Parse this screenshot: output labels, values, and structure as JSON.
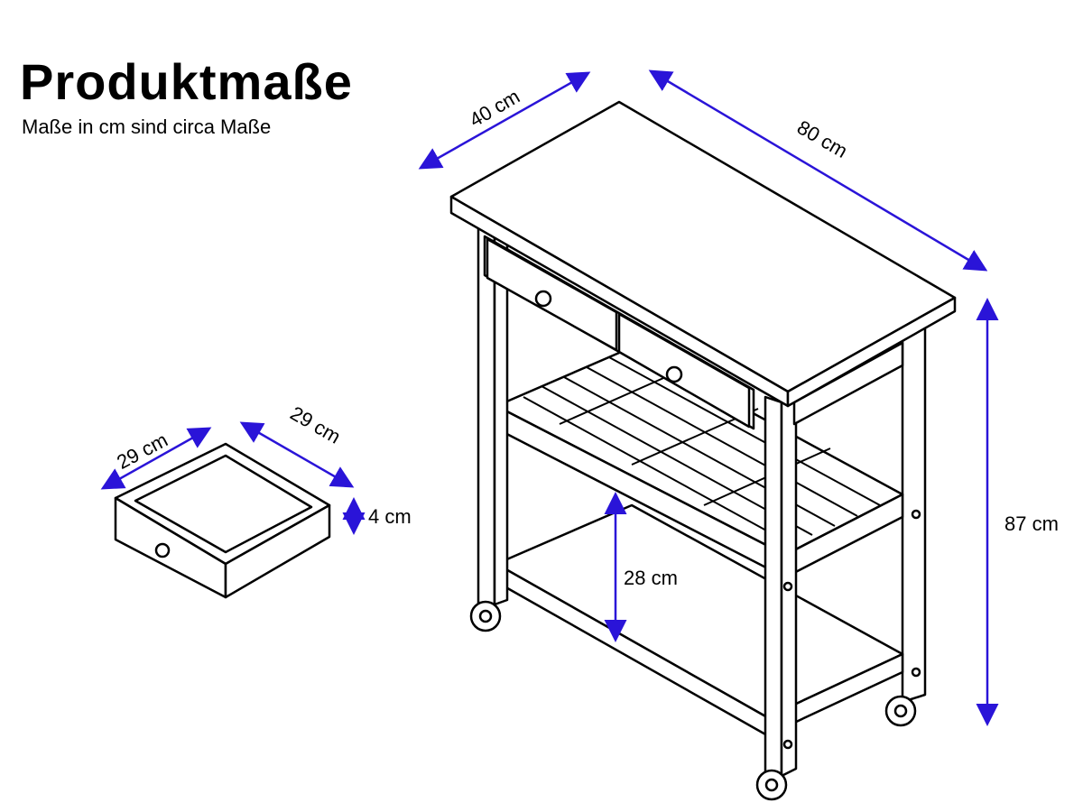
{
  "header": {
    "title": "Produktmaße",
    "subtitle": "Maße in cm sind circa Maße"
  },
  "dimensions": {
    "depth": "40 cm",
    "width": "80 cm",
    "height": "87 cm",
    "shelf_gap": "28 cm",
    "drawer_width": "29 cm",
    "drawer_depth": "29 cm",
    "drawer_height": "4 cm"
  },
  "colors": {
    "arrow": "#2a14d8",
    "line": "#000000"
  }
}
